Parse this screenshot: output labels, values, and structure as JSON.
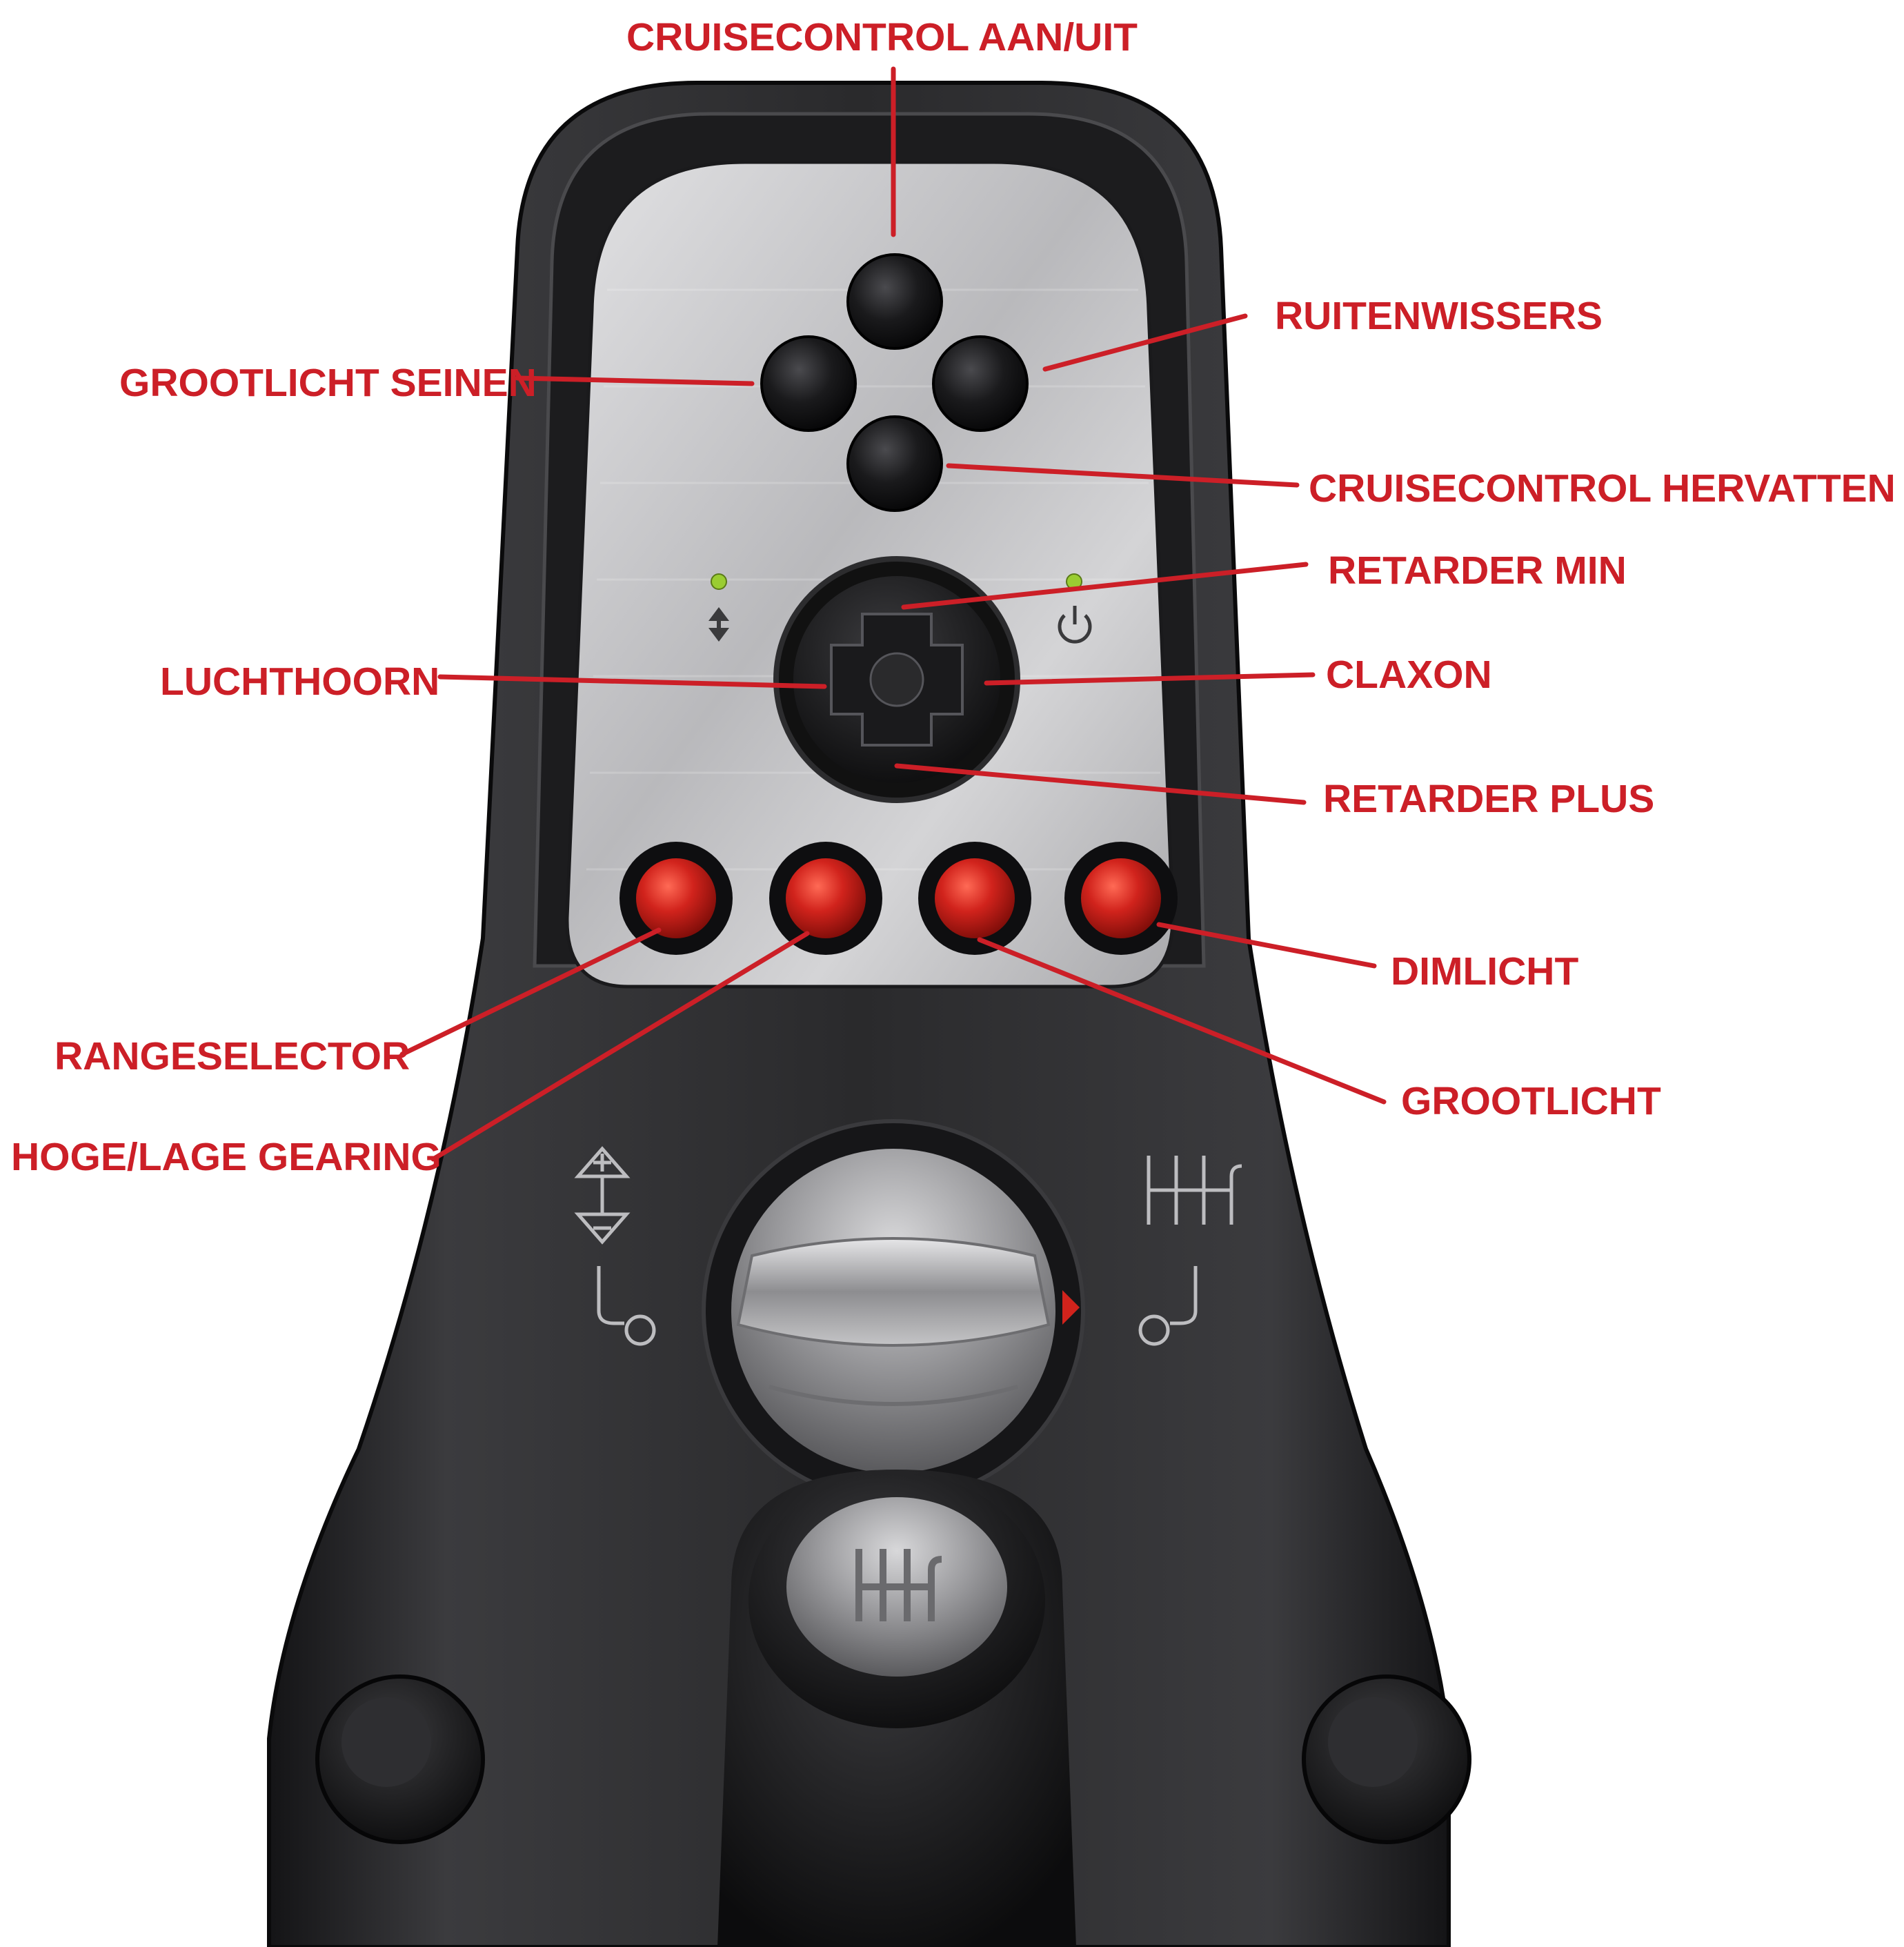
{
  "colors": {
    "label": "#cc1f27",
    "leader": "#cc1f27",
    "body": "#2b2b2d",
    "body_edge": "#121214",
    "plate": "#c9c9cb",
    "black_button": "#111113",
    "red_button": "#d1231c",
    "led": "#9acd32"
  },
  "icons": [
    "updown-arrow-icon",
    "power-icon",
    "plus-minus-arrow-icon",
    "gear-pattern-icon",
    "hook-circle-icon"
  ],
  "labels": {
    "cruise_on_off": "CRUISECONTROL AAN/UIT",
    "wipers": "RUITENWISSERS",
    "highbeam_flash": "GROOTLICHT SEINEN",
    "cruise_resume": "CRUISECONTROL HERVATTEN",
    "retarder_min": "RETARDER MIN",
    "airhorn": "LUCHTHOORN",
    "horn": "CLAXON",
    "retarder_plus": "RETARDER PLUS",
    "dimlight": "DIMLICHT",
    "rangeselector": "RANGESELECTOR",
    "highbeam": "GROOTLICHT",
    "gearing": "HOGE/LAGE GEARING"
  }
}
